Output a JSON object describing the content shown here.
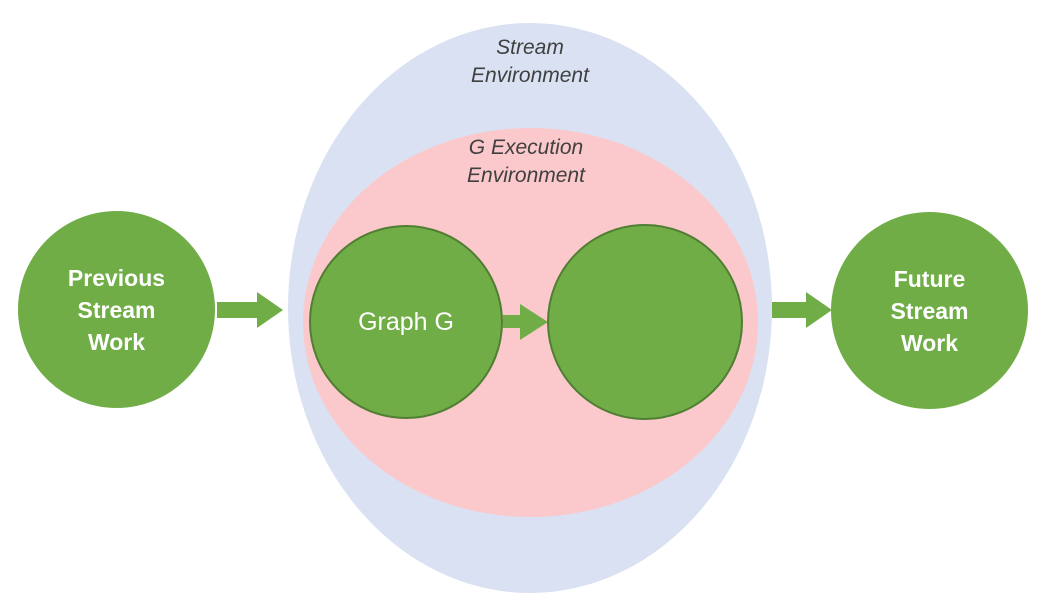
{
  "diagram": {
    "stream_environment": {
      "line1": "Stream",
      "line2": "Environment"
    },
    "g_execution_environment": {
      "line1": "G Execution",
      "line2": "Environment"
    },
    "previous_node": {
      "line1": "Previous",
      "line2": "Stream",
      "line3": "Work"
    },
    "graph_g_label": "Graph G",
    "future_node": {
      "line1": "Future",
      "line2": "Stream",
      "line3": "Work"
    },
    "colors": {
      "env_blue": "#d9e1f2",
      "env_pink": "#fbc9cc",
      "node_green": "#70ad47",
      "node_border_green": "#507e32",
      "node_text": "#ffffff",
      "label_text": "#404040"
    }
  }
}
